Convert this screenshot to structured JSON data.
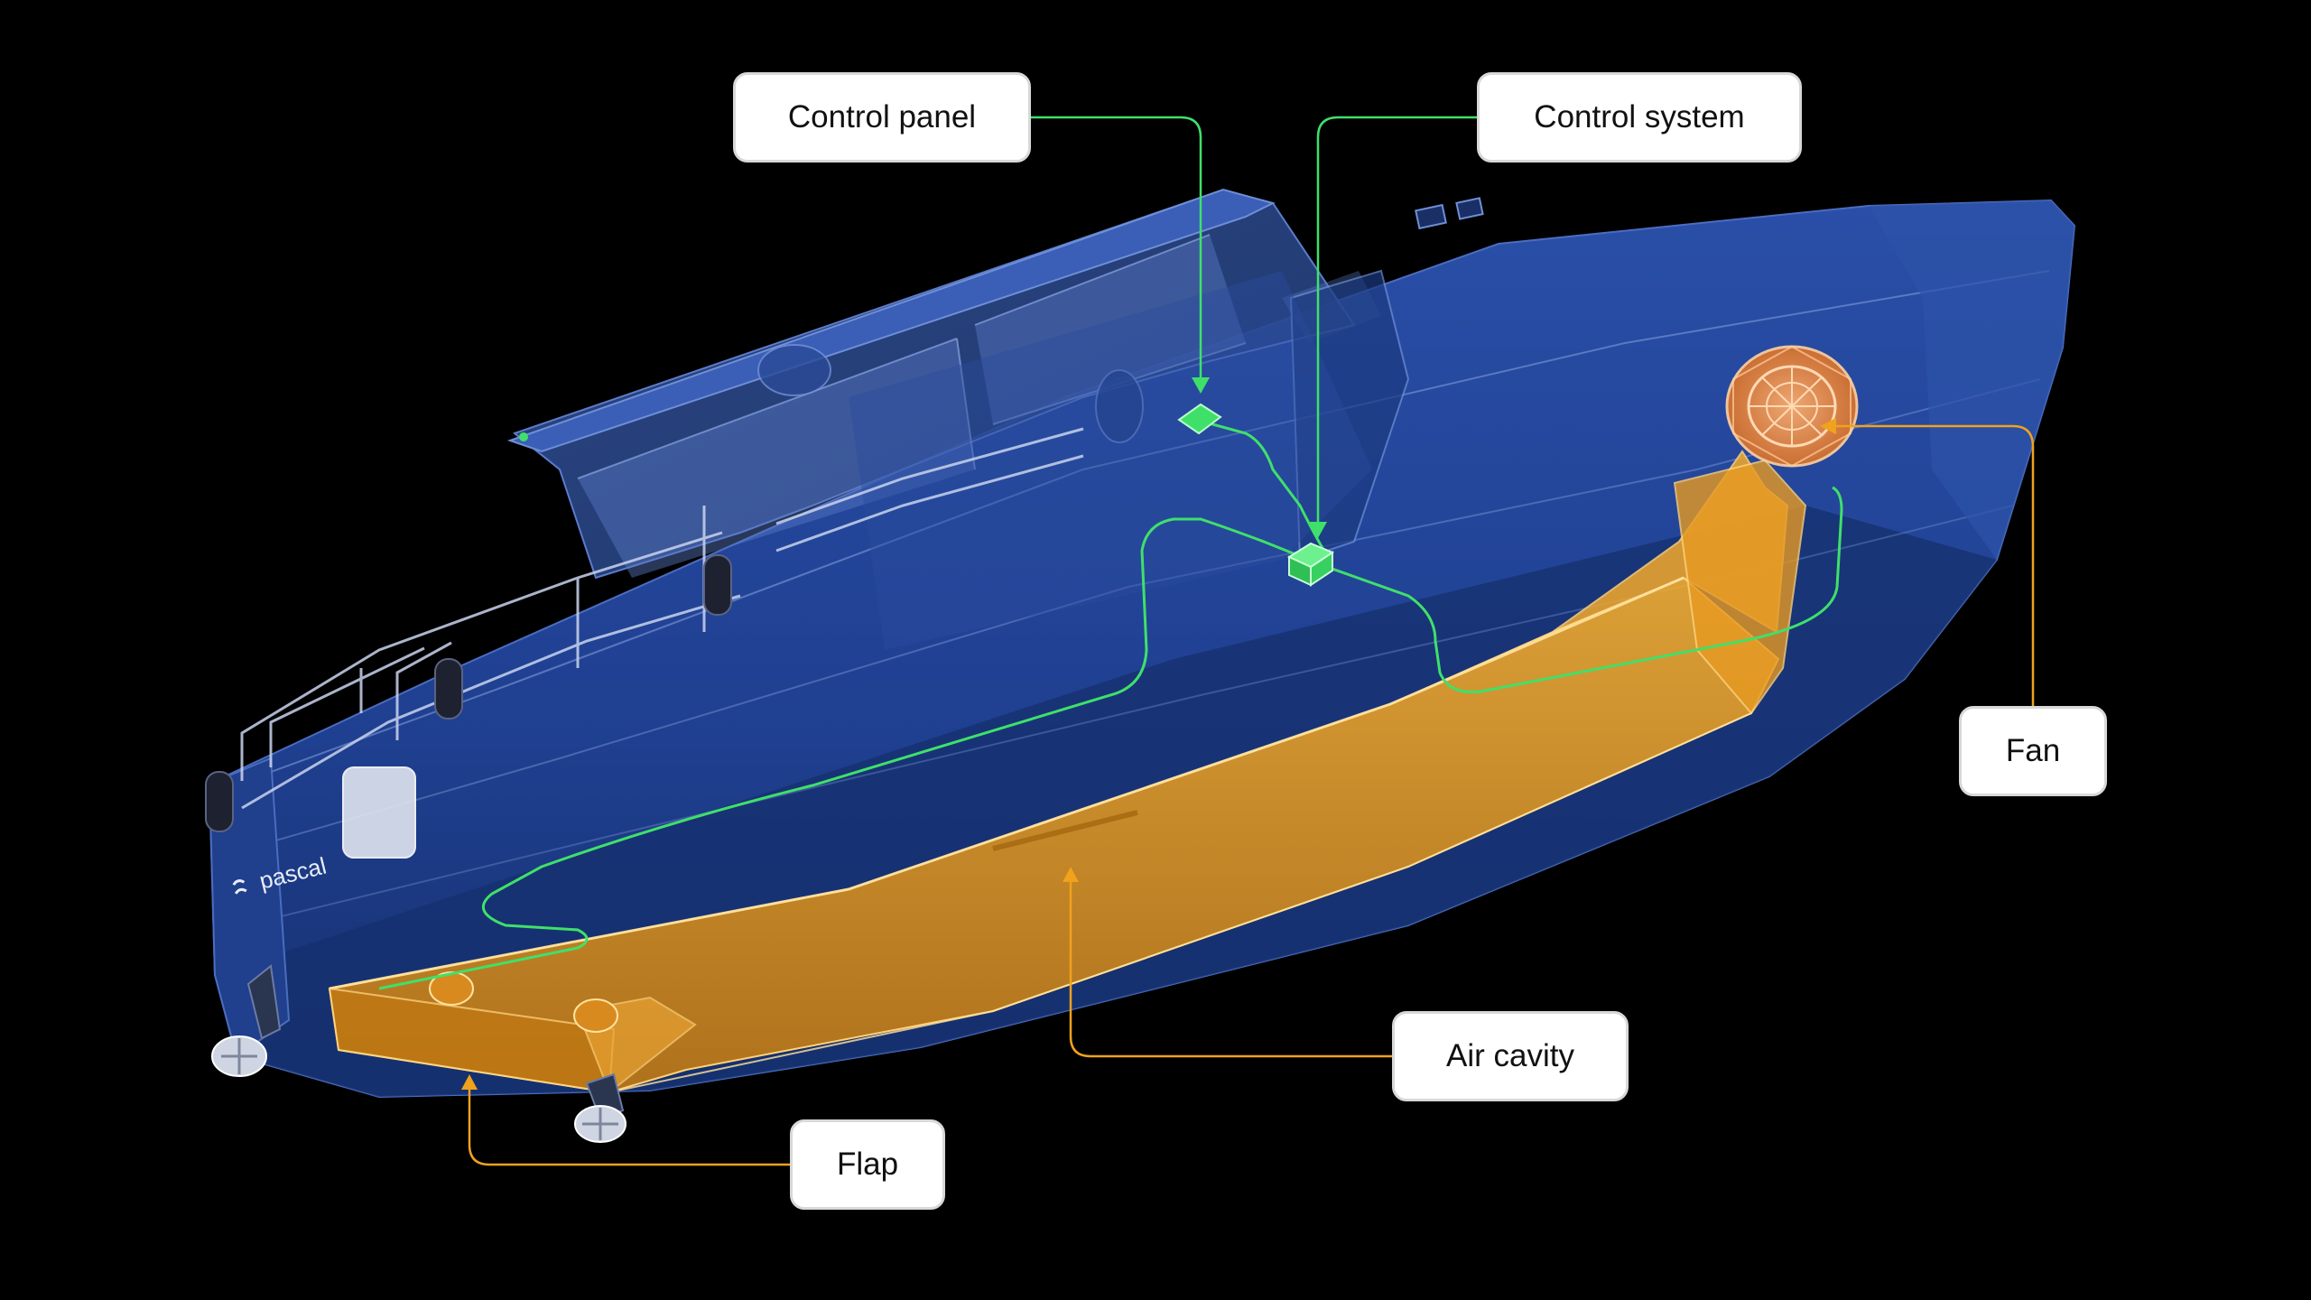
{
  "labels": {
    "control_panel": "Control panel",
    "control_system": "Control system",
    "fan": "Fan",
    "air_cavity": "Air cavity",
    "flap": "Flap"
  },
  "brand": {
    "logo_text": "pascal"
  },
  "colors": {
    "background": "#000000",
    "hull_blue": "#1e3f8f",
    "air_system_orange": "#f0a21c",
    "control_green": "#3fe06a",
    "label_background": "#ffffff",
    "label_text": "#111111"
  }
}
